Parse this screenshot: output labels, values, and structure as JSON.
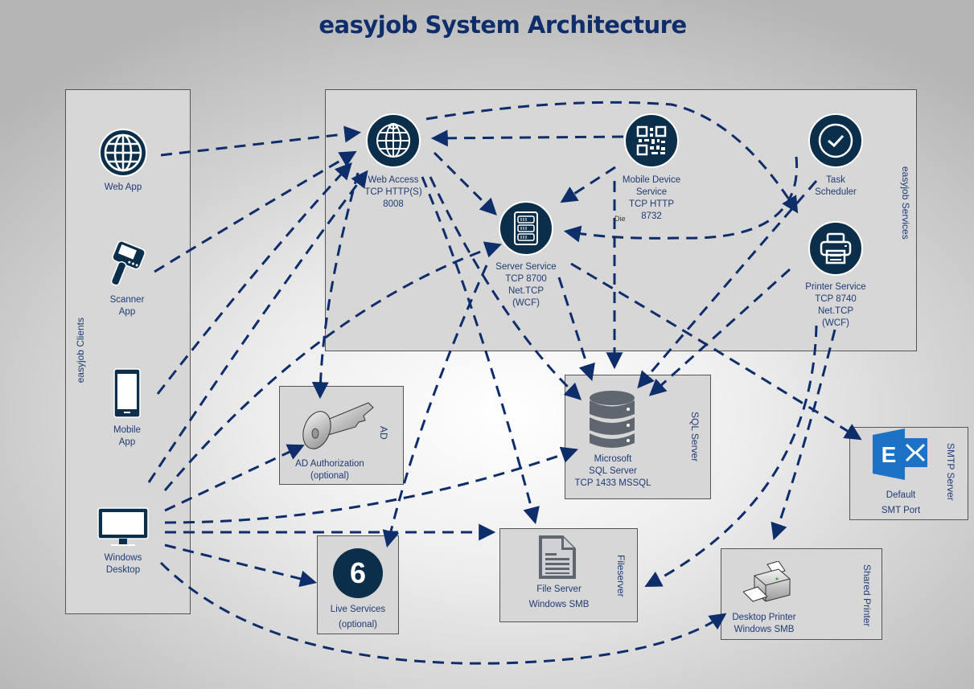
{
  "title": "easyjob System Architecture",
  "groups": {
    "clients": "easyjob Clients",
    "services": "easyjob Services",
    "ad": "AD",
    "sql": "SQL Server",
    "smtp": "SMTP Server",
    "fileserver": "Fileserver",
    "shared_printer": "Shared Printer"
  },
  "clients": [
    {
      "id": "web-app",
      "label": "Web App",
      "icon": "globe-icon"
    },
    {
      "id": "scanner-app",
      "label": "Scanner\nApp",
      "icon": "handheld-scanner-icon"
    },
    {
      "id": "mobile-app",
      "label": "Mobile\nApp",
      "icon": "smartphone-icon"
    },
    {
      "id": "windows-desktop",
      "label": "Windows\nDesktop",
      "icon": "monitor-icon"
    }
  ],
  "services": [
    {
      "id": "web-access",
      "label": "Web Access\nTCP HTTP(S)\n8008",
      "icon": "globe-icon"
    },
    {
      "id": "mobile-device-service",
      "label": "Mobile Device\nService\nTCP HTTP\n8732",
      "icon": "qr-code-icon"
    },
    {
      "id": "task-scheduler",
      "label": "Task\nScheduler",
      "icon": "clock-icon"
    },
    {
      "id": "server-service",
      "label": "Server Service\nTCP 8700\nNet.TCP\n(WCF)",
      "icon": "server-rack-icon"
    },
    {
      "id": "printer-service",
      "label": "Printer Service\nTCP 8740\nNet.TCP\n(WCF)",
      "icon": "printer-icon"
    }
  ],
  "stray_text": "Die",
  "externals": {
    "ad": {
      "label": "AD Authorization\n(optional)",
      "icon": "key-icon"
    },
    "sql": {
      "label": "Microsoft\nSQL Server\nTCP 1433 MSSQL",
      "icon": "database-icon"
    },
    "smtp": {
      "label": "Default\nSMT Port",
      "icon": "exchange-icon",
      "icon_letter": "E"
    },
    "live": {
      "label": "Live Services\n(optional)",
      "icon": "number-six-icon",
      "icon_text": "6"
    },
    "file": {
      "label": "File Server\nWindows SMB",
      "icon": "document-icon"
    },
    "printer": {
      "label": "Desktop Printer\nWindows SMB",
      "icon": "desktop-printer-icon"
    }
  },
  "colors": {
    "title": "#0e2d6b",
    "edge": "#0e2d6b",
    "icon_circle": "#0b2f4a",
    "box_fill": "#d7d7d7",
    "database": "#5f6670",
    "exchange": "#1c72c4"
  }
}
